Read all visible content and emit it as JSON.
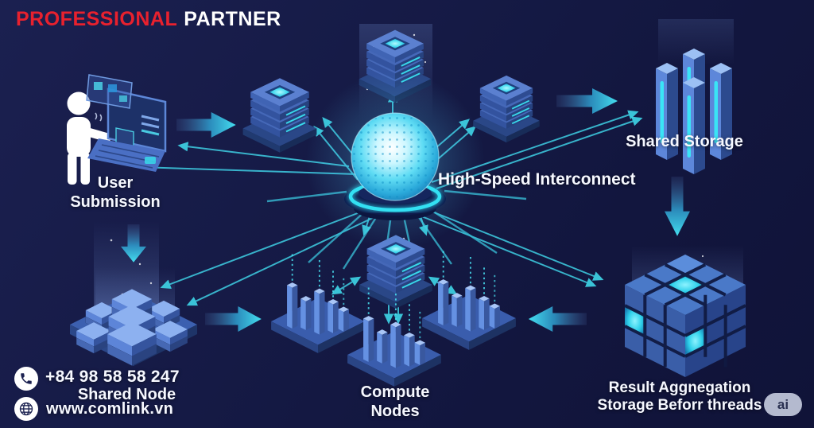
{
  "header": {
    "brand_primary": "PROFESSIONAL",
    "brand_secondary": "PARTNER"
  },
  "diagram": {
    "user": {
      "line1": "User",
      "line2": "Submission"
    },
    "interconnect": {
      "label": "High-Speed Interconnect"
    },
    "shared_storage": {
      "label": "Shared Storage"
    },
    "compute_nodes": {
      "line1": "Compute",
      "line2": "Nodes"
    },
    "shared_node": {
      "label": "Shared Node"
    },
    "result_aggregation": {
      "line1": "Result Aggnegation",
      "line2": "Storage Beforr threads"
    }
  },
  "contact": {
    "phone": "+84 98 58 58 247",
    "website": "www.comlink.vn"
  },
  "badge": {
    "label": "ai"
  },
  "colors": {
    "background": "#141840",
    "accent_cyan": "#38d6ea",
    "arrow_teal": "#3cc4da",
    "brand_red": "#e8212e",
    "text_white": "#ffffff",
    "server_blue": "#4a70c2",
    "panel_navy": "#1d3168"
  }
}
